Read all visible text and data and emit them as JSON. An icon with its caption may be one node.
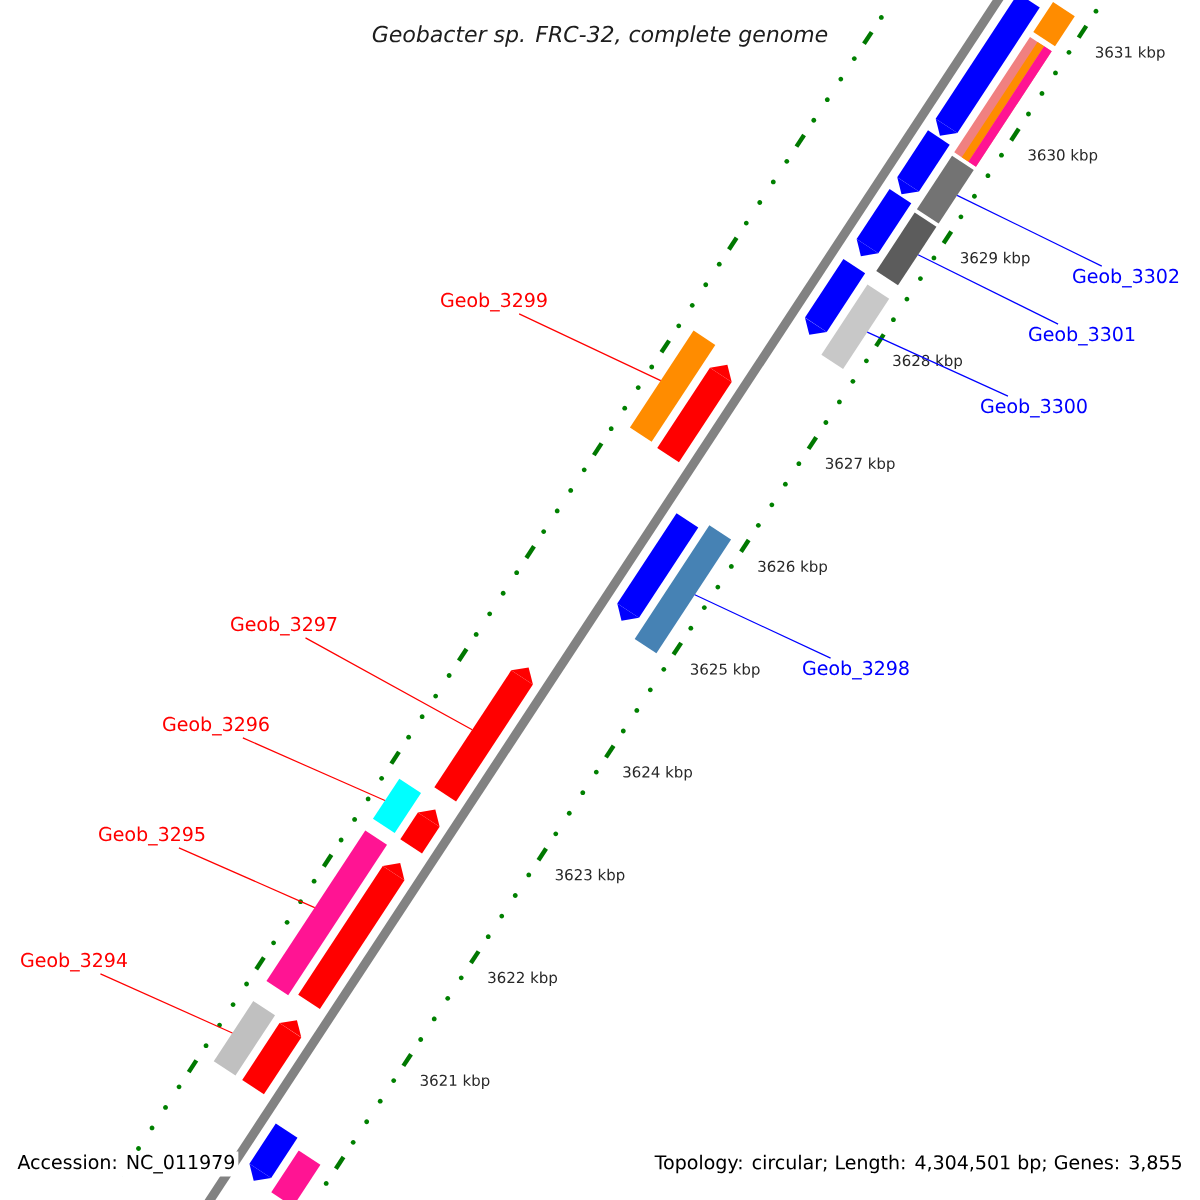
{
  "diagram": {
    "title": "Geobacter sp. FRC-32, complete genome",
    "nodes": [
      {
        "text": [
          "Geob_3302"
        ]
      },
      {
        "text": [
          "Geob_3301"
        ]
      },
      {
        "text": [
          "Geob_3299"
        ]
      },
      {
        "text": [
          "Geob_3300"
        ]
      },
      {
        "text": [
          "Geob_3297"
        ]
      },
      {
        "text": [
          "Geob_3298"
        ]
      },
      {
        "text": [
          "Geob_3296"
        ]
      },
      {
        "text": [
          "Geob_3295"
        ]
      },
      {
        "text": [
          "Geob_3294"
        ]
      },
      {
        "text": [],
        "shape": "bar"
      },
      {
        "text": [],
        "shape": "bar"
      },
      {
        "text": [],
        "shape": "bar"
      },
      {
        "text": [],
        "shape": "bar"
      },
      {
        "text": [],
        "shape": "bar"
      },
      {
        "text": [],
        "shape": "bar"
      },
      {
        "text": [],
        "shape": "bar"
      },
      {
        "text": [],
        "shape": "bar"
      },
      {
        "text": [],
        "shape": "bar"
      },
      {
        "text": [],
        "shape": "bar"
      },
      {
        "text": [],
        "shape": "bar"
      },
      {
        "text": [],
        "shape": "bar"
      },
      {
        "text": [],
        "shape": "bar"
      },
      {
        "text": [],
        "shape": "bar"
      },
      {
        "text": [],
        "shape": "bar"
      },
      {
        "text": [],
        "shape": "bar"
      },
      {
        "text": [],
        "shape": "bar"
      },
      {
        "text": [],
        "shape": "bar"
      },
      {
        "text": [],
        "shape": "bar"
      },
      {
        "text": [],
        "shape": "bar"
      },
      {
        "text": [],
        "shape": "bar"
      },
      {
        "text": [],
        "shape": "bar"
      }
    ],
    "edges": [
      {
        "from": 0,
        "to": 9,
        "arrow": "none",
        "color": "#0000ff"
      },
      {
        "from": 1,
        "to": 10,
        "arrow": "none",
        "color": "#0000ff"
      },
      {
        "from": 2,
        "to": 11,
        "arrow": "none"
      },
      {
        "from": 3,
        "to": 12,
        "arrow": "none",
        "color": "#0000ff"
      },
      {
        "from": 4,
        "to": 13,
        "arrow": "none"
      },
      {
        "from": 5,
        "to": 14,
        "arrow": "none",
        "color": "#0000ff"
      },
      {
        "from": 6,
        "to": 15,
        "arrow": "none"
      },
      {
        "from": 7,
        "to": 16,
        "arrow": "none"
      },
      {
        "from": 8,
        "to": 17,
        "arrow": "none"
      }
    ],
    "labels": [
      "3631 kbp",
      "3630 kbp",
      "3629 kbp",
      "3628 kbp",
      "3627 kbp",
      "3626 kbp",
      "3625 kbp",
      "3624 kbp",
      "3623 kbp",
      "3622 kbp",
      "3621 kbp",
      "Accession: NC_011979",
      "Topology: circular; Length: 4,304,501 bp; Genes: 3,855"
    ]
  }
}
